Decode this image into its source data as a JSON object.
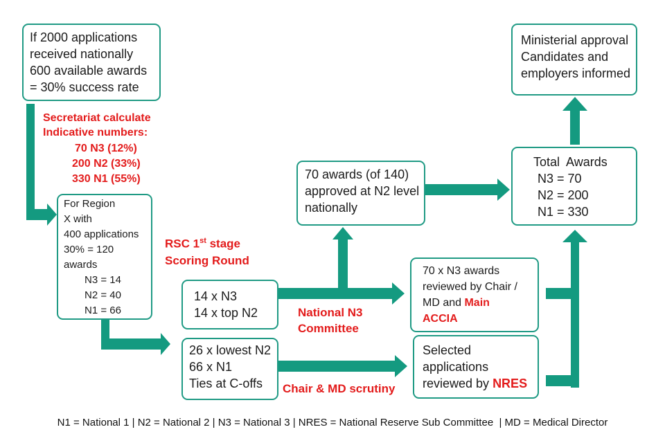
{
  "boxes": {
    "national": [
      "If 2000 applications",
      "received nationally",
      "600 available awards",
      "= 30% success rate"
    ],
    "region": [
      "For Region",
      "X with",
      "400 applications",
      "30% = 120",
      "awards",
      "N3 = 14",
      "N2 = 40",
      "N1 = 66"
    ],
    "top_n3": [
      "14 x N3",
      "14 x top N2"
    ],
    "lowest_n2": [
      "26 x lowest N2",
      "66 x N1",
      "Ties at C-offs"
    ],
    "n2_approved": [
      "70 awards (of 140)",
      "approved at N2 level",
      "nationally"
    ],
    "n3_reviewed": {
      "line1": "70 x N3 awards",
      "line2": "reviewed by Chair /",
      "line3_prefix": "MD and ",
      "line3_highlight": "Main",
      "line4_highlight": "ACCIA"
    },
    "nres_reviewed": {
      "line1": "Selected",
      "line2": "applications",
      "line3_prefix": "reviewed by ",
      "line3_highlight": "NRES"
    },
    "total": [
      "Total  Awards",
      "N3 = 70",
      "N2 = 200",
      "N1 = 330"
    ],
    "ministerial": [
      "Ministerial approval",
      "Candidates and",
      "employers informed"
    ]
  },
  "labels": {
    "secretariat": [
      "Secretariat calculate",
      "Indicative numbers:"
    ],
    "indicative": [
      "70 N3 (12%)",
      "200 N2 (33%)",
      "330 N1 (55%)"
    ],
    "rsc": {
      "prefix": "RSC 1",
      "superscript": "st",
      "suffix": " stage",
      "line2": "Scoring Round"
    },
    "national_n3": [
      "National N3",
      "Committee"
    ],
    "chair_md": "Chair & MD scrutiny"
  },
  "footer": "N1 = National 1 | N2 = National 2 | N3 = National 3 | NRES = National Reserve Sub Committee  | MD = Medical Director",
  "colors": {
    "arrow": "#149a80",
    "border": "#1f9a84",
    "highlight": "#e31b1b"
  }
}
